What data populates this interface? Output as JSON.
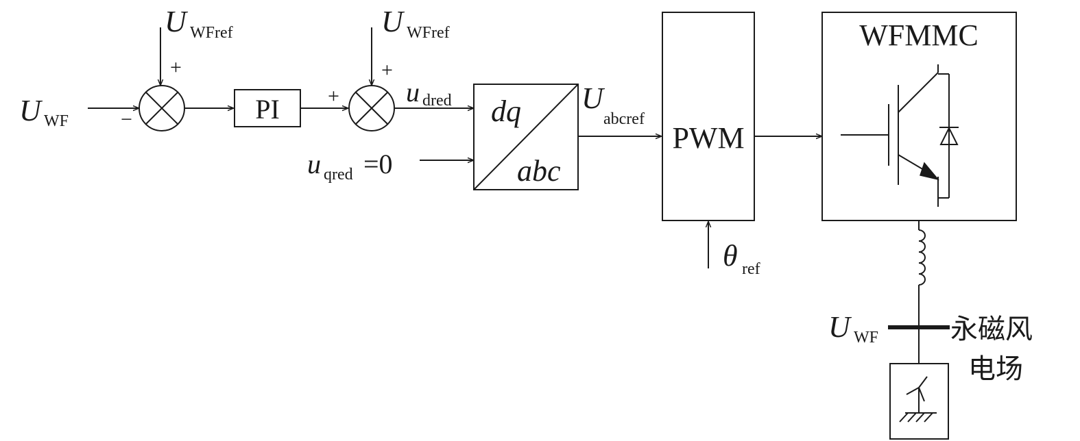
{
  "inputs": {
    "u_wf_main": "U",
    "u_wf_main_sub": "WF",
    "u_wfref_1": "U",
    "u_wfref_1_sub": "WFref",
    "u_wfref_2": "U",
    "u_wfref_2_sub": "WFref",
    "u_qred": "u",
    "u_qred_sub": "qred",
    "u_qred_value": "=0",
    "theta": "θ",
    "theta_sub": "ref"
  },
  "signals": {
    "u_dred": "u",
    "u_dred_sub": "dred",
    "u_abcref": "U",
    "u_abcref_sub": "abcref",
    "u_wf_bus": "U",
    "u_wf_bus_sub": "WF"
  },
  "signs": {
    "sum1_top": "+",
    "sum1_left": "−",
    "sum2_top": "+",
    "sum2_left": "+"
  },
  "blocks": {
    "pi": "PI",
    "dq_top": "dq",
    "dq_bottom": "abc",
    "pwm": "PWM",
    "converter": "WFMMC"
  },
  "wind_farm": {
    "line1": "永磁风",
    "line2": "电场"
  }
}
